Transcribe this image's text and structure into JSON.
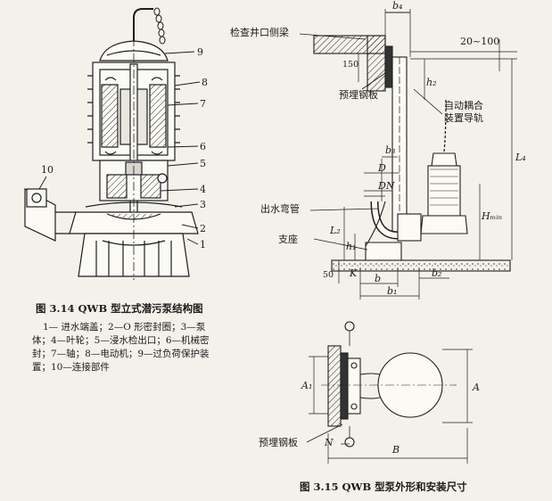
{
  "left_figure": {
    "caption": "图 3.14   QWB 型立式潜污泵结构图",
    "legend_lines": [
      "1— 进水端盖；2—O 形密封圈；3—泵",
      "体；4—叶轮；5—浸水检出口；6—机械密",
      "封；7—轴；8—电动机；9—过负荷保护装",
      "置；10—连接部件"
    ],
    "part_numbers": [
      "1",
      "2",
      "3",
      "4",
      "5",
      "6",
      "7",
      "8",
      "9",
      "10"
    ]
  },
  "right_figure": {
    "caption": "图 3.15   QWB 型泵外形和安装尺寸",
    "labels": {
      "inspection_beam": "检查井口侧梁",
      "embedded_plate_top": "预埋钢板",
      "auto_coupling_line1": "自动耦合",
      "auto_coupling_line2": "装置导轨",
      "outlet_elbow": "出水弯管",
      "support_base": "支座",
      "embedded_plate_bottom": "预埋钢板"
    },
    "dimensions": {
      "b4": "b₄",
      "range": "20~100",
      "d150": "150",
      "h2": "h₂",
      "b3": "b₃",
      "D": "D",
      "DN": "DN",
      "L4": "L₄",
      "L2": "L₂",
      "h1": "h₁",
      "Hmin": "Hₘᵢₙ",
      "d50": "50",
      "K": "K",
      "b": "b",
      "b1": "b₁",
      "b2": "b₂",
      "A1": "A₁",
      "A": "A",
      "N": "N",
      "B": "B"
    }
  }
}
